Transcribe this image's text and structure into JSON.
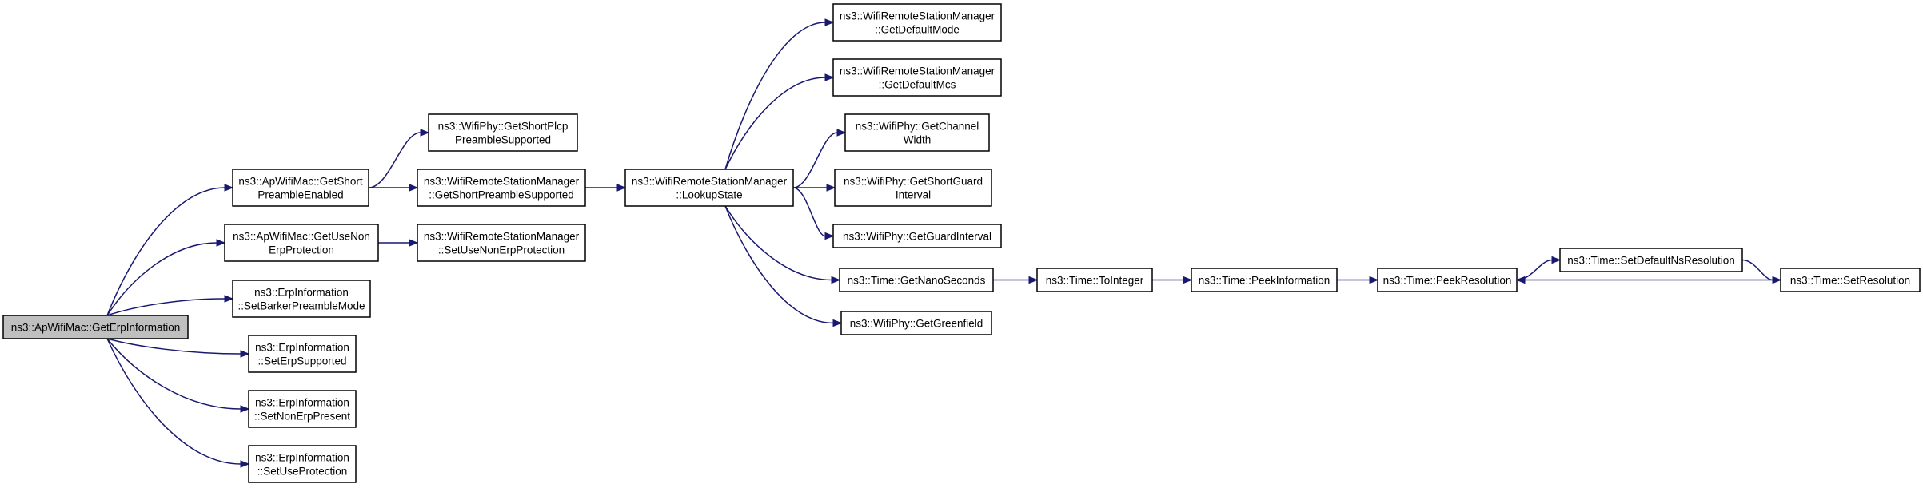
{
  "colors": {
    "edge": "#191970",
    "root_fill": "#bfbfbf",
    "node_fill": "#ffffff",
    "node_stroke": "#000000"
  },
  "nodes": {
    "root": [
      "ns3::ApWifiMac::GetErpInformation"
    ],
    "getShortPreambleEnabled": [
      "ns3::ApWifiMac::GetShort",
      "PreambleEnabled"
    ],
    "getUseNonErpProtection": [
      "ns3::ApWifiMac::GetUseNon",
      "ErpProtection"
    ],
    "setBarkerPreambleMode": [
      "ns3::ErpInformation",
      "::SetBarkerPreambleMode"
    ],
    "setErpSupported": [
      "ns3::ErpInformation",
      "::SetErpSupported"
    ],
    "setNonErpPresent": [
      "ns3::ErpInformation",
      "::SetNonErpPresent"
    ],
    "setUseProtection": [
      "ns3::ErpInformation",
      "::SetUseProtection"
    ],
    "getShortPlcpPreambleSupported": [
      "ns3::WifiPhy::GetShortPlcp",
      "PreambleSupported"
    ],
    "rsmGetShortPreambleSupported": [
      "ns3::WifiRemoteStationManager",
      "::GetShortPreambleSupported"
    ],
    "rsmSetUseNonErpProtection": [
      "ns3::WifiRemoteStationManager",
      "::SetUseNonErpProtection"
    ],
    "lookupState": [
      "ns3::WifiRemoteStationManager",
      "::LookupState"
    ],
    "getDefaultMode": [
      "ns3::WifiRemoteStationManager",
      "::GetDefaultMode"
    ],
    "getDefaultMcs": [
      "ns3::WifiRemoteStationManager",
      "::GetDefaultMcs"
    ],
    "getChannelWidth": [
      "ns3::WifiPhy::GetChannel",
      "Width"
    ],
    "getShortGuardInterval": [
      "ns3::WifiPhy::GetShortGuard",
      "Interval"
    ],
    "getGuardInterval": [
      "ns3::WifiPhy::GetGuardInterval"
    ],
    "getNanoSeconds": [
      "ns3::Time::GetNanoSeconds"
    ],
    "getGreenfield": [
      "ns3::WifiPhy::GetGreenfield"
    ],
    "toInteger": [
      "ns3::Time::ToInteger"
    ],
    "peekInformation": [
      "ns3::Time::PeekInformation"
    ],
    "peekResolution": [
      "ns3::Time::PeekResolution"
    ],
    "setDefaultNsResolution": [
      "ns3::Time::SetDefaultNsResolution"
    ],
    "setResolution": [
      "ns3::Time::SetResolution"
    ]
  },
  "edges": [
    [
      "root",
      "getShortPreambleEnabled"
    ],
    [
      "root",
      "getUseNonErpProtection"
    ],
    [
      "root",
      "setBarkerPreambleMode"
    ],
    [
      "root",
      "setErpSupported"
    ],
    [
      "root",
      "setNonErpPresent"
    ],
    [
      "root",
      "setUseProtection"
    ],
    [
      "getShortPreambleEnabled",
      "getShortPlcpPreambleSupported"
    ],
    [
      "getShortPreambleEnabled",
      "rsmGetShortPreambleSupported"
    ],
    [
      "getUseNonErpProtection",
      "rsmSetUseNonErpProtection"
    ],
    [
      "rsmGetShortPreambleSupported",
      "lookupState"
    ],
    [
      "lookupState",
      "getDefaultMode"
    ],
    [
      "lookupState",
      "getDefaultMcs"
    ],
    [
      "lookupState",
      "getChannelWidth"
    ],
    [
      "lookupState",
      "getShortGuardInterval"
    ],
    [
      "lookupState",
      "getGuardInterval"
    ],
    [
      "lookupState",
      "getNanoSeconds"
    ],
    [
      "lookupState",
      "getGreenfield"
    ],
    [
      "getNanoSeconds",
      "toInteger"
    ],
    [
      "toInteger",
      "peekInformation"
    ],
    [
      "peekInformation",
      "peekResolution"
    ],
    [
      "peekResolution",
      "setDefaultNsResolution"
    ],
    [
      "setDefaultNsResolution",
      "setResolution"
    ],
    [
      "setResolution",
      "peekResolution"
    ]
  ]
}
